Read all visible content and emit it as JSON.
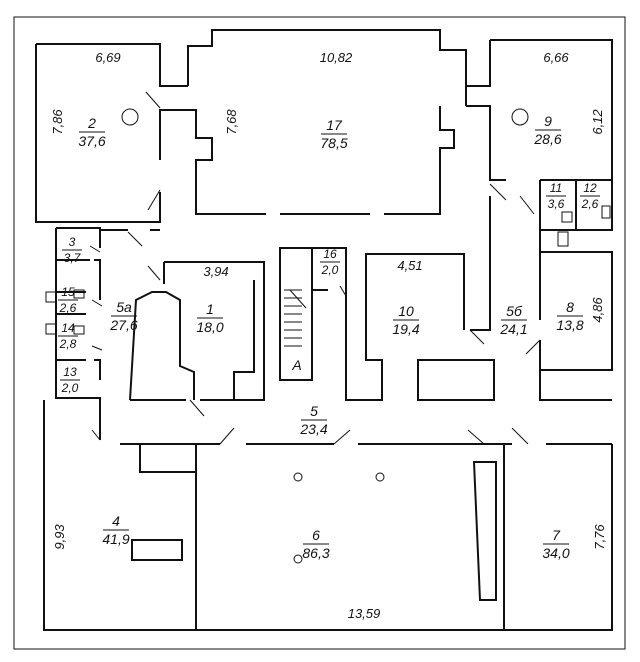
{
  "rooms": [
    {
      "id": "room-1",
      "number": "1",
      "area": "18,0"
    },
    {
      "id": "room-2",
      "number": "2",
      "area": "37,6"
    },
    {
      "id": "room-3",
      "number": "3",
      "area": "3,7"
    },
    {
      "id": "room-4",
      "number": "4",
      "area": "41,9"
    },
    {
      "id": "room-5",
      "number": "5",
      "area": "23,4"
    },
    {
      "id": "room-5a",
      "number": "5а",
      "area": "27,6"
    },
    {
      "id": "room-5b",
      "number": "5б",
      "area": "24,1"
    },
    {
      "id": "room-6",
      "number": "6",
      "area": "86,3"
    },
    {
      "id": "room-7",
      "number": "7",
      "area": "34,0"
    },
    {
      "id": "room-8",
      "number": "8",
      "area": "13,8"
    },
    {
      "id": "room-9",
      "number": "9",
      "area": "28,6"
    },
    {
      "id": "room-10",
      "number": "10",
      "area": "19,4"
    },
    {
      "id": "room-11",
      "number": "11",
      "area": "3,6"
    },
    {
      "id": "room-12",
      "number": "12",
      "area": "2,6"
    },
    {
      "id": "room-13",
      "number": "13",
      "area": "2,0"
    },
    {
      "id": "room-14",
      "number": "14",
      "area": "2,8"
    },
    {
      "id": "room-15",
      "number": "15",
      "area": "2,6"
    },
    {
      "id": "room-16",
      "number": "16",
      "area": "2,0"
    },
    {
      "id": "room-17",
      "number": "17",
      "area": "78,5"
    }
  ],
  "dimensions": {
    "d_669": "6,69",
    "d_786": "7,86",
    "d_1082": "10,82",
    "d_768": "7,68",
    "d_666": "6,66",
    "d_612": "6,12",
    "d_394": "3,94",
    "d_451": "4,51",
    "d_486": "4,86",
    "d_993": "9,93",
    "d_776": "7,76",
    "d_1359": "13,59"
  },
  "stair_label": "А"
}
